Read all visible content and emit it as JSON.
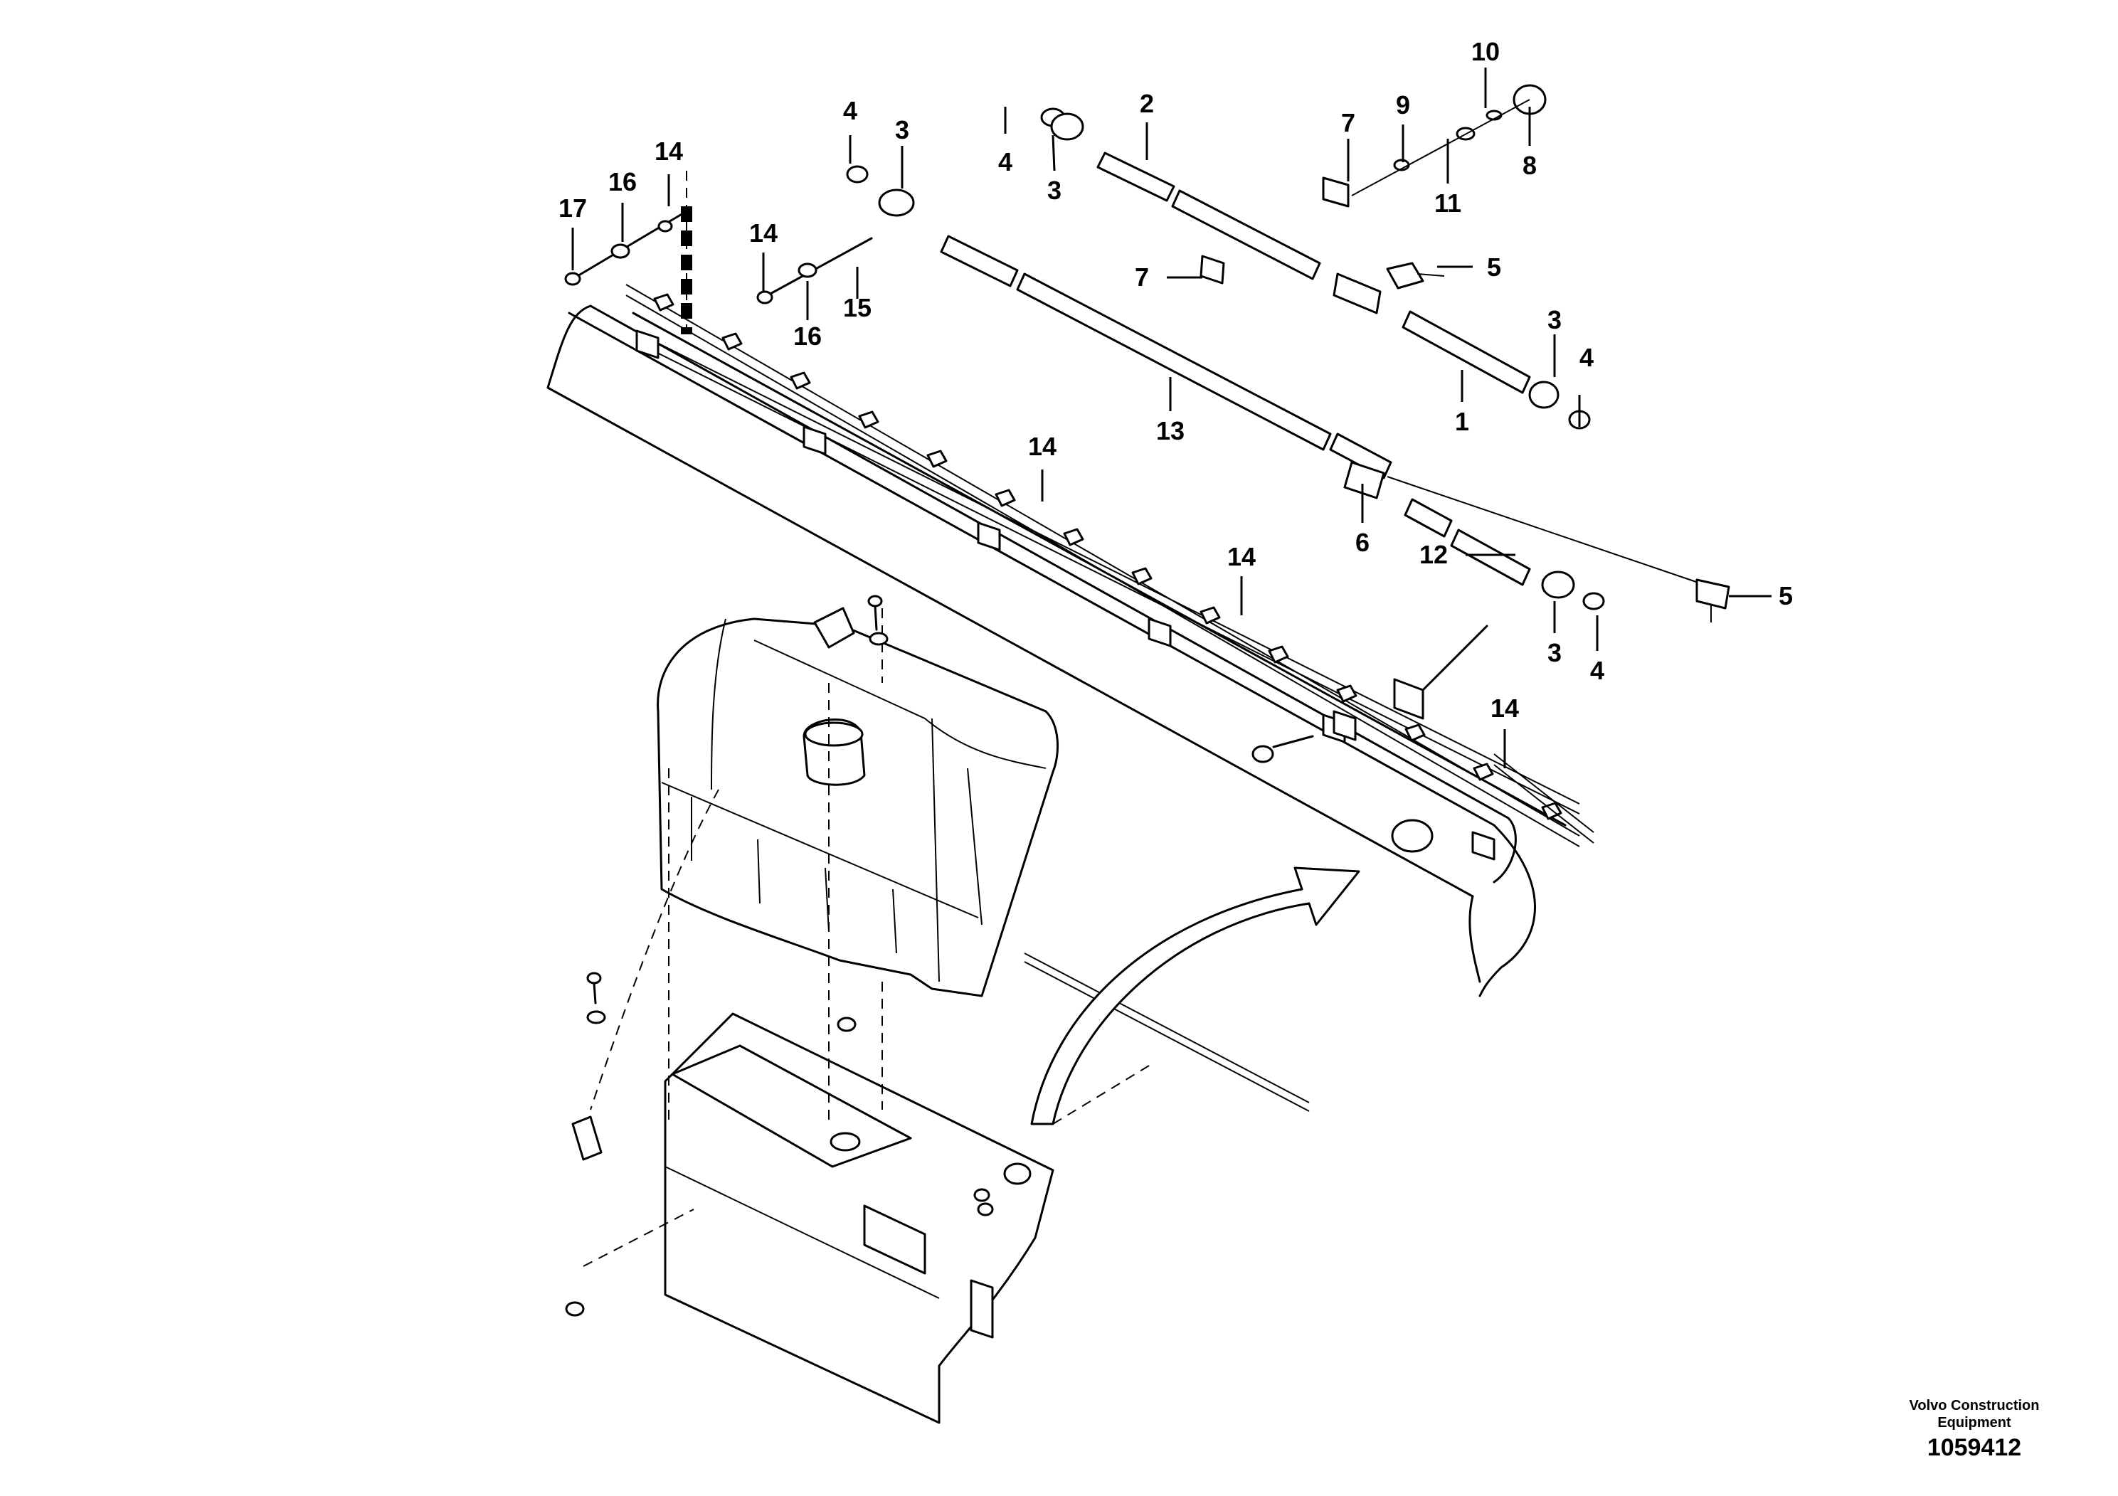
{
  "footer": {
    "company_line1": "Volvo Construction",
    "company_line2": "Equipment",
    "drawing_number": "1059412"
  },
  "callouts": [
    {
      "id": "c-1",
      "text": "1"
    },
    {
      "id": "c-2",
      "text": "2"
    },
    {
      "id": "c-3a",
      "text": "3"
    },
    {
      "id": "c-3b",
      "text": "3"
    },
    {
      "id": "c-3c",
      "text": "3"
    },
    {
      "id": "c-3d",
      "text": "3"
    },
    {
      "id": "c-4a",
      "text": "4"
    },
    {
      "id": "c-4b",
      "text": "4"
    },
    {
      "id": "c-4c",
      "text": "4"
    },
    {
      "id": "c-4d",
      "text": "4"
    },
    {
      "id": "c-5a",
      "text": "5"
    },
    {
      "id": "c-5b",
      "text": "5"
    },
    {
      "id": "c-6",
      "text": "6"
    },
    {
      "id": "c-7a",
      "text": "7"
    },
    {
      "id": "c-7b",
      "text": "7"
    },
    {
      "id": "c-8",
      "text": "8"
    },
    {
      "id": "c-9",
      "text": "9"
    },
    {
      "id": "c-10",
      "text": "10"
    },
    {
      "id": "c-11",
      "text": "11"
    },
    {
      "id": "c-12",
      "text": "12"
    },
    {
      "id": "c-13",
      "text": "13"
    },
    {
      "id": "c-14a",
      "text": "14"
    },
    {
      "id": "c-14b",
      "text": "14"
    },
    {
      "id": "c-14c",
      "text": "14"
    },
    {
      "id": "c-14d",
      "text": "14"
    },
    {
      "id": "c-14e",
      "text": "14"
    },
    {
      "id": "c-15",
      "text": "15"
    },
    {
      "id": "c-16a",
      "text": "16"
    },
    {
      "id": "c-16b",
      "text": "16"
    },
    {
      "id": "c-17",
      "text": "17"
    }
  ]
}
